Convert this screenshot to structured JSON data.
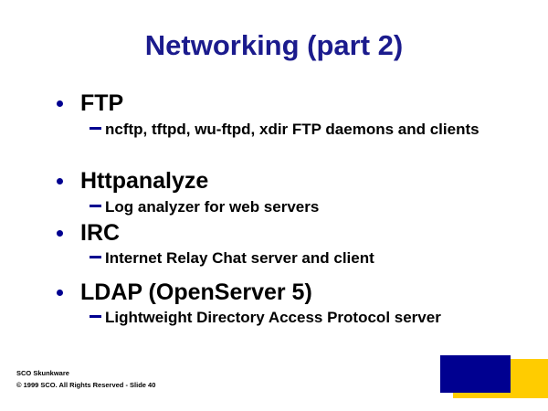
{
  "slide": {
    "title": "Networking (part 2)",
    "bullets": [
      {
        "label": "FTP",
        "sub": "ncftp, tftpd, wu-ftpd, xdir FTP daemons and clients"
      },
      {
        "label": "Httpanalyze",
        "sub": "Log analyzer for web servers"
      },
      {
        "label": "IRC",
        "sub": "Internet Relay Chat server and client"
      },
      {
        "label": "LDAP (OpenServer 5)",
        "sub": "Lightweight Directory Access Protocol server"
      }
    ],
    "footer": {
      "line1": "SCO Skunkware",
      "line2": "© 1999 SCO. All Rights Reserved - Slide 40"
    },
    "colors": {
      "title": "#1B1B8D",
      "bullet_marker": "#000090",
      "body_text": "#000000",
      "decoration_navy": "#000090",
      "decoration_yellow": "#FFCC00",
      "background": "#FFFFFF"
    }
  }
}
